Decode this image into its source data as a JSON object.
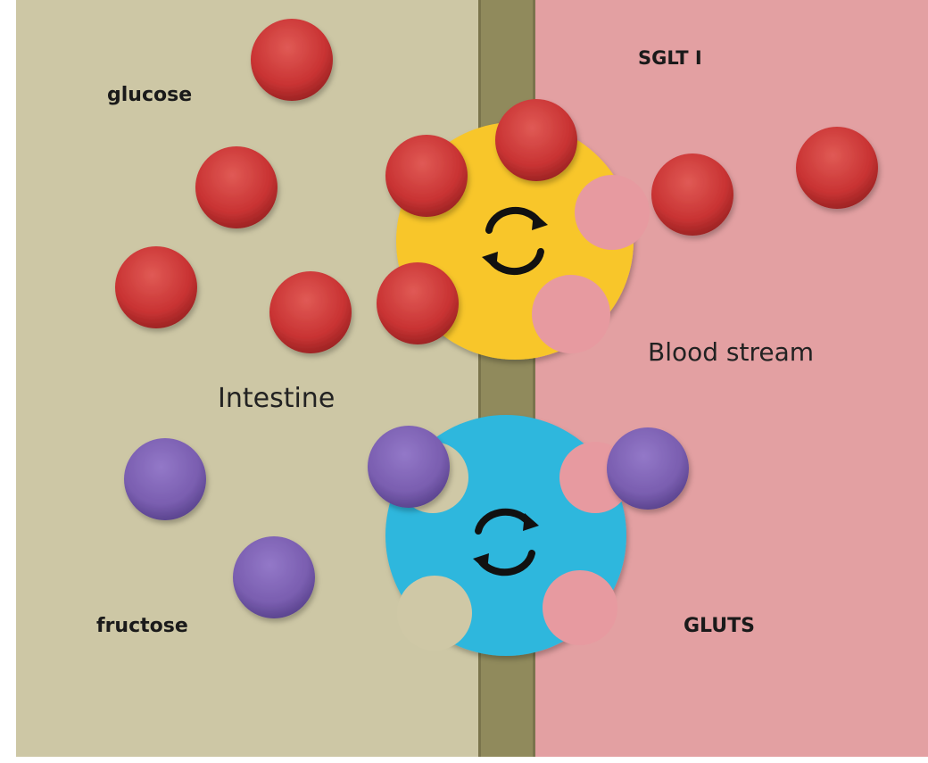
{
  "labels": {
    "glucose": "glucose",
    "fructose": "fructose",
    "intestine": "Intestine",
    "blood_stream": "Blood stream",
    "sglt": "SGLT I",
    "gluts": "GLUTS"
  },
  "colors": {
    "intestine_bg": "#cdc7a5",
    "blood_bg": "#e3a0a2",
    "membrane": "#908a5c",
    "glucose": "#cf3a3a",
    "fructose": "#7e62b3",
    "sglt_transporter": "#f8c62a",
    "glut_transporter": "#2db7dd",
    "empty_site_blood": "#e79aa0",
    "empty_site_intestine": "#cfc8a6",
    "arrow": "#111111"
  },
  "icons": [
    "rotation-arrows-icon"
  ]
}
